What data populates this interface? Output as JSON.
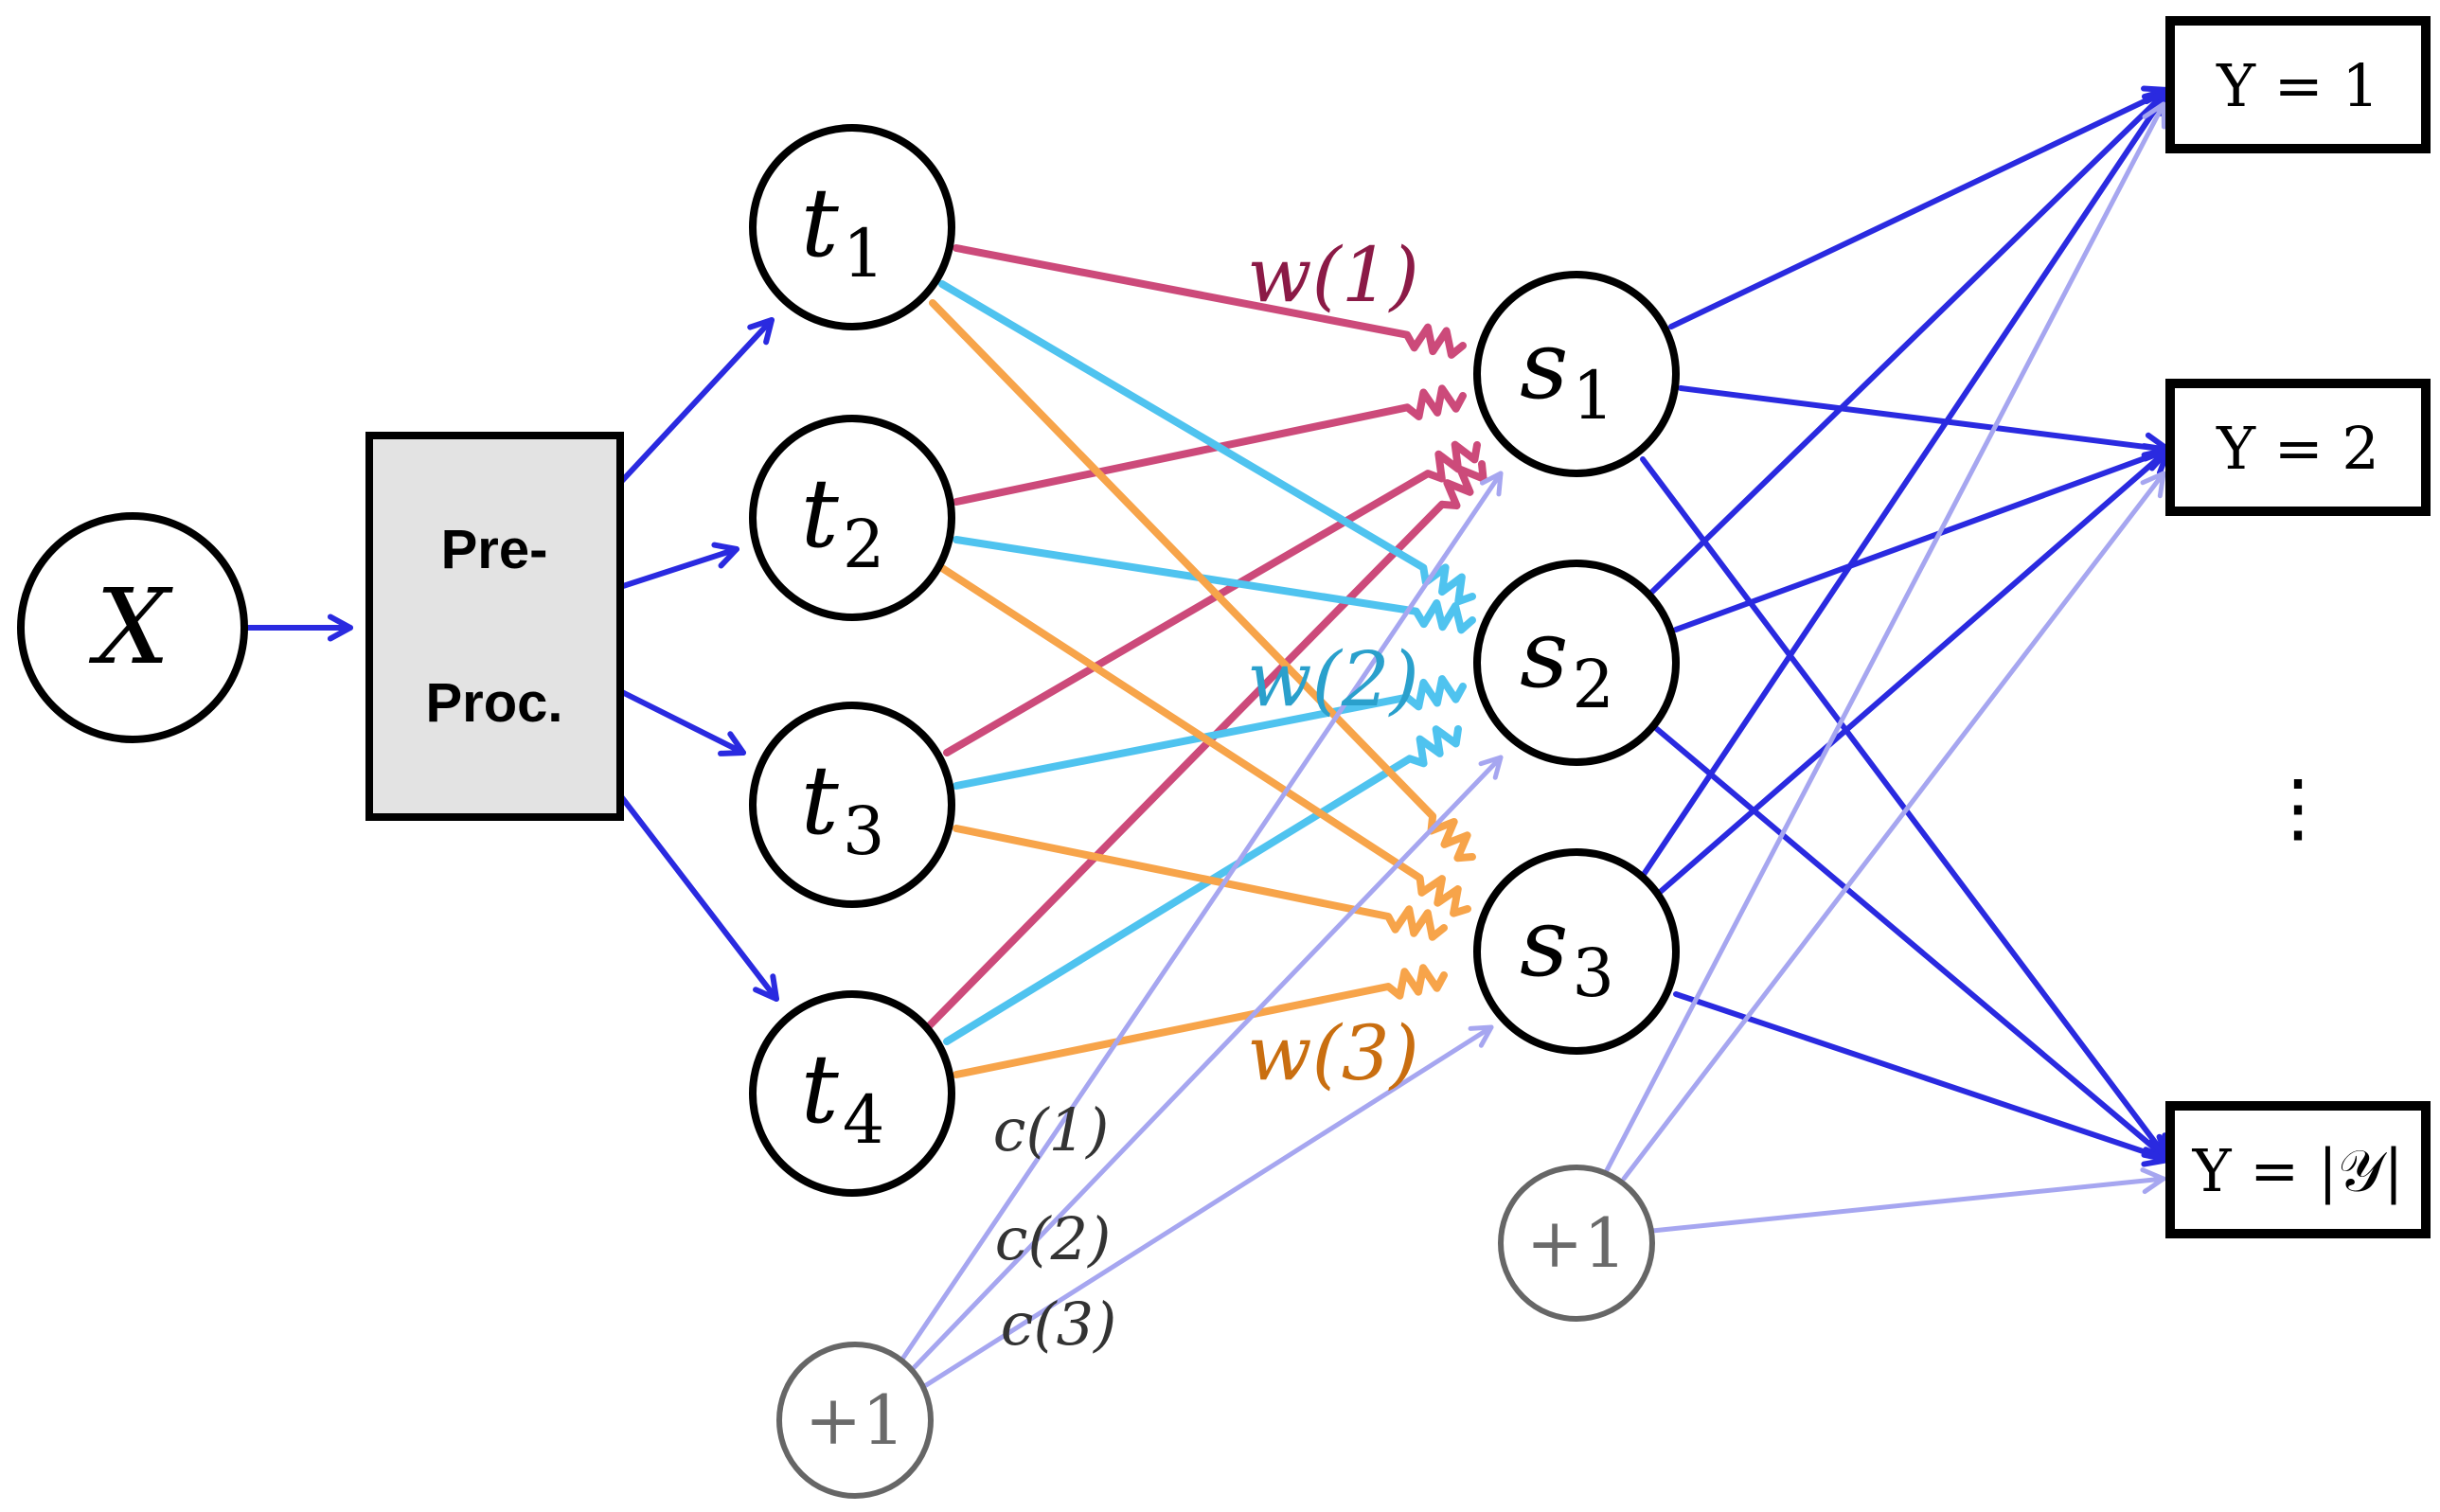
{
  "input_node": {
    "label": "X"
  },
  "preprocess": {
    "line1": "Pre-",
    "line2": "Proc."
  },
  "t_nodes": [
    {
      "base": "t",
      "sub": "1"
    },
    {
      "base": "t",
      "sub": "2"
    },
    {
      "base": "t",
      "sub": "3"
    },
    {
      "base": "t",
      "sub": "4"
    }
  ],
  "s_nodes": [
    {
      "base": "s",
      "sub": "1"
    },
    {
      "base": "s",
      "sub": "2"
    },
    {
      "base": "s",
      "sub": "3"
    }
  ],
  "bias_nodes": {
    "left": "+1",
    "right": "+1"
  },
  "weight_labels": {
    "w1": "w(1)",
    "w2": "w(2)",
    "w3": "w(3)"
  },
  "bias_labels": {
    "c1": "c(1)",
    "c2": "c(2)",
    "c3": "c(3)"
  },
  "outputs": [
    "Y = 1",
    "Y = 2",
    "Y = |𝒴|"
  ],
  "ellipsis": "⋮",
  "colors": {
    "w1": "#cc4a7a",
    "w1_label": "#8b1a46",
    "w2": "#4fc3ef",
    "w2_label": "#2aa0cc",
    "w3": "#f7a44a",
    "w3_label": "#c96e10",
    "blue": "#2a2ae0",
    "bias_edge": "#a6a6f0",
    "bias_label": "#333333"
  }
}
